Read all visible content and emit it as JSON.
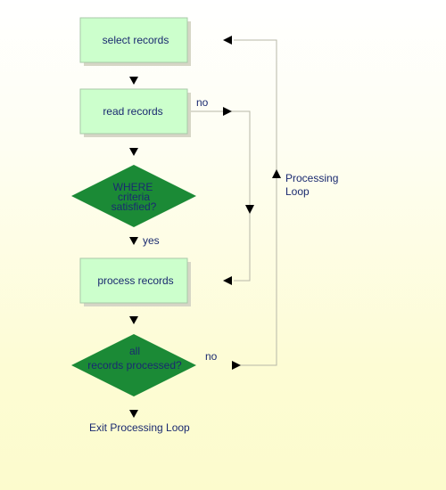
{
  "steps": {
    "select_records": "select records",
    "read_records": "read records",
    "process_records": "process records"
  },
  "decisions": {
    "where_line1": "WHERE",
    "where_line2": "criteria",
    "where_line3": "satisfied?",
    "all_line1": "all",
    "all_line2": "records processed?"
  },
  "labels": {
    "no_read": "no",
    "yes": "yes",
    "no_all": "no",
    "loop_line1": "Processing",
    "loop_line2": "Loop",
    "exit": "Exit Processing Loop"
  },
  "colors": {
    "step_fill": "#ccffcc",
    "decision_fill": "#1b8a36",
    "text": "#1a2a70"
  }
}
